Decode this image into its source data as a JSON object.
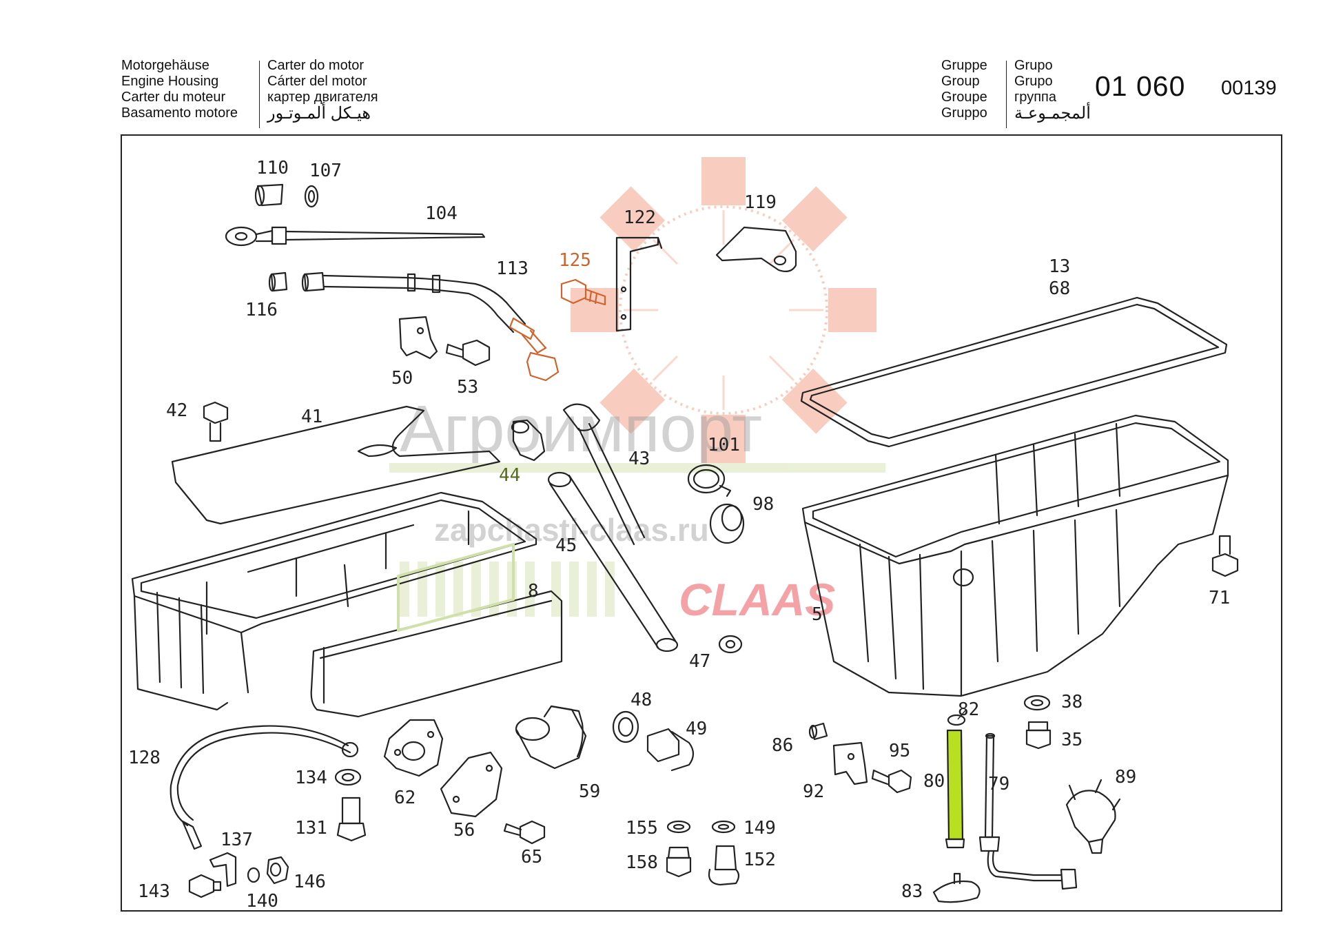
{
  "header": {
    "left_col1": [
      "Motorgehäuse",
      "Engine Housing",
      "Carter du moteur",
      "Basamento motore"
    ],
    "left_col2": [
      "Carter do motor",
      "Cárter del motor",
      "картер двигателя",
      "هيـكل ألمـوتـور"
    ],
    "group_col1": [
      "Gruppe",
      "Group",
      "Groupe",
      "Gruppo"
    ],
    "group_col2": [
      "Grupo",
      "Grupo",
      "группа",
      "ألمجمـوعـة"
    ],
    "group_number": "01 060",
    "page_code": "00139"
  },
  "watermarks": {
    "company": "Агроимпорт",
    "site": "zapchasti-claas.ru",
    "brand": "CLAAS",
    "gear_color": "#f4a68c",
    "brand_color": "#e8323c",
    "bars_color": "#cfe0a8"
  },
  "colors": {
    "highlight_orange": "#d0632c",
    "highlight_green": "#556b1e",
    "highlight_fill": "#b8e020"
  },
  "labels": {
    "p110": "110",
    "p107": "107",
    "p104": "104",
    "p122": "122",
    "p119": "119",
    "p113": "113",
    "p125": "125",
    "p116": "116",
    "p13": "13",
    "p68": "68",
    "p50": "50",
    "p53": "53",
    "p42": "42",
    "p41": "41",
    "p44": "44",
    "p43": "43",
    "p101": "101",
    "p98": "98",
    "p45": "45",
    "p8": "8",
    "p5": "5",
    "p71": "71",
    "p47": "47",
    "p48": "48",
    "p49": "49",
    "p82": "82",
    "p38": "38",
    "p35": "35",
    "p128": "128",
    "p134": "134",
    "p62": "62",
    "p59": "59",
    "p86": "86",
    "p95": "95",
    "p80": "80",
    "p79": "79",
    "p89": "89",
    "p92": "92",
    "p131": "131",
    "p56": "56",
    "p137": "137",
    "p155": "155",
    "p149": "149",
    "p65": "65",
    "p158": "158",
    "p152": "152",
    "p143": "143",
    "p146": "146",
    "p140": "140",
    "p83": "83"
  }
}
